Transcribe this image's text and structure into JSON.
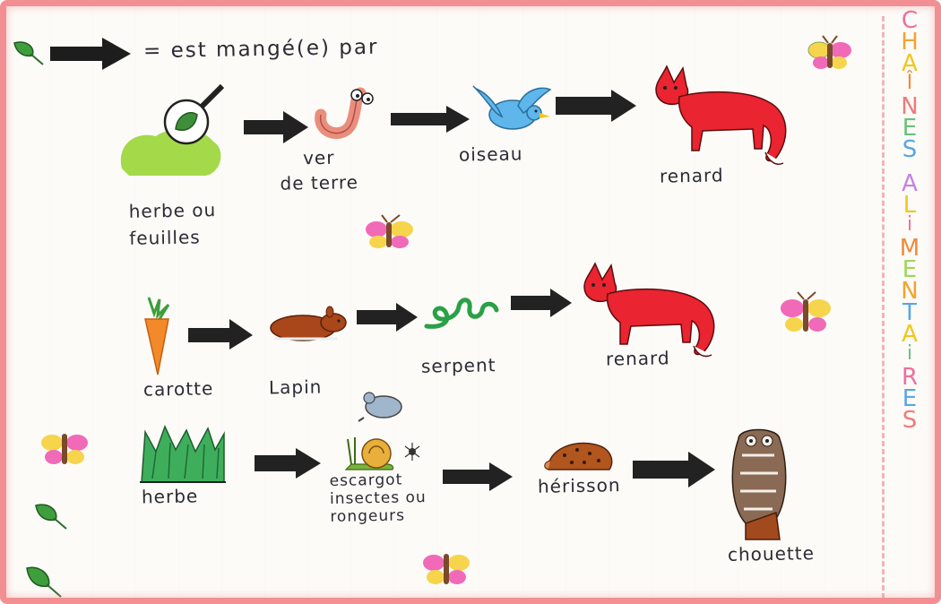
{
  "legend": {
    "text": "= est mangé(e) par"
  },
  "chains": [
    {
      "items": [
        {
          "label_line1": "herbe ou",
          "label_line2": "feuilles"
        },
        {
          "label_line1": "ver",
          "label_line2": "de terre"
        },
        {
          "label": "oiseau"
        },
        {
          "label": "renard"
        }
      ]
    },
    {
      "items": [
        {
          "label": "carotte"
        },
        {
          "label": "Lapin"
        },
        {
          "label": "serpent"
        },
        {
          "label": "renard"
        }
      ]
    },
    {
      "items": [
        {
          "label": "herbe"
        },
        {
          "label_line1": "escargot",
          "label_line2": "insectes ou",
          "label_line3": "rongeurs"
        },
        {
          "label": "hérisson"
        },
        {
          "label": "chouette"
        }
      ]
    }
  ],
  "title_letters": [
    {
      "ch": "C",
      "color": "#ee6f9c"
    },
    {
      "ch": "H",
      "color": "#f3a331"
    },
    {
      "ch": "A",
      "color": "#f2c51e"
    },
    {
      "ch": "Î",
      "color": "#f08a3a"
    },
    {
      "ch": "N",
      "color": "#f07b7b"
    },
    {
      "ch": "E",
      "color": "#6bc07b"
    },
    {
      "ch": "S",
      "color": "#5aa5e6"
    },
    {
      "ch": "A",
      "color": "#c780e0"
    },
    {
      "ch": "L",
      "color": "#f2c51e"
    },
    {
      "ch": "i",
      "color": "#ee6f9c"
    },
    {
      "ch": "M",
      "color": "#f08a3a"
    },
    {
      "ch": "E",
      "color": "#9ed65b"
    },
    {
      "ch": "N",
      "color": "#f3a331"
    },
    {
      "ch": "T",
      "color": "#5aa5e6"
    },
    {
      "ch": "A",
      "color": "#f2c51e"
    },
    {
      "ch": "i",
      "color": "#6bc07b"
    },
    {
      "ch": "R",
      "color": "#ee6f9c"
    },
    {
      "ch": "E",
      "color": "#5aa5e6"
    },
    {
      "ch": "S",
      "color": "#f07b7b"
    }
  ],
  "colors": {
    "frame": "#f28f93",
    "fox": "#ea2430",
    "arrow": "#222222"
  }
}
